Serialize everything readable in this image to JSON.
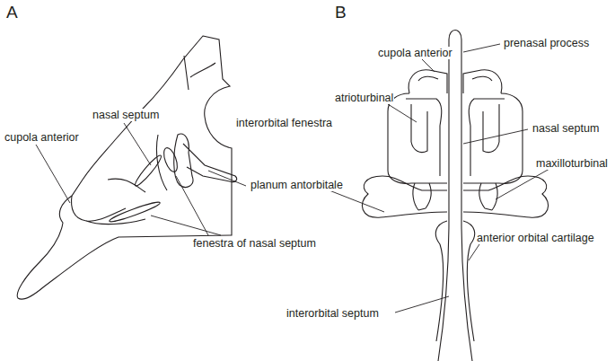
{
  "diagram": {
    "labels": [
      "A",
      "B",
      "nasal septum",
      "interorbital fenestra",
      "cupola anterior",
      "planum antorbitale",
      "fenestra of nasal septum",
      "prenasal process",
      "cupola anterior",
      "atrioturbinal",
      "nasal septum",
      "maxilloturbinal",
      "anterior orbital cartilage",
      "interorbital septum"
    ]
  }
}
